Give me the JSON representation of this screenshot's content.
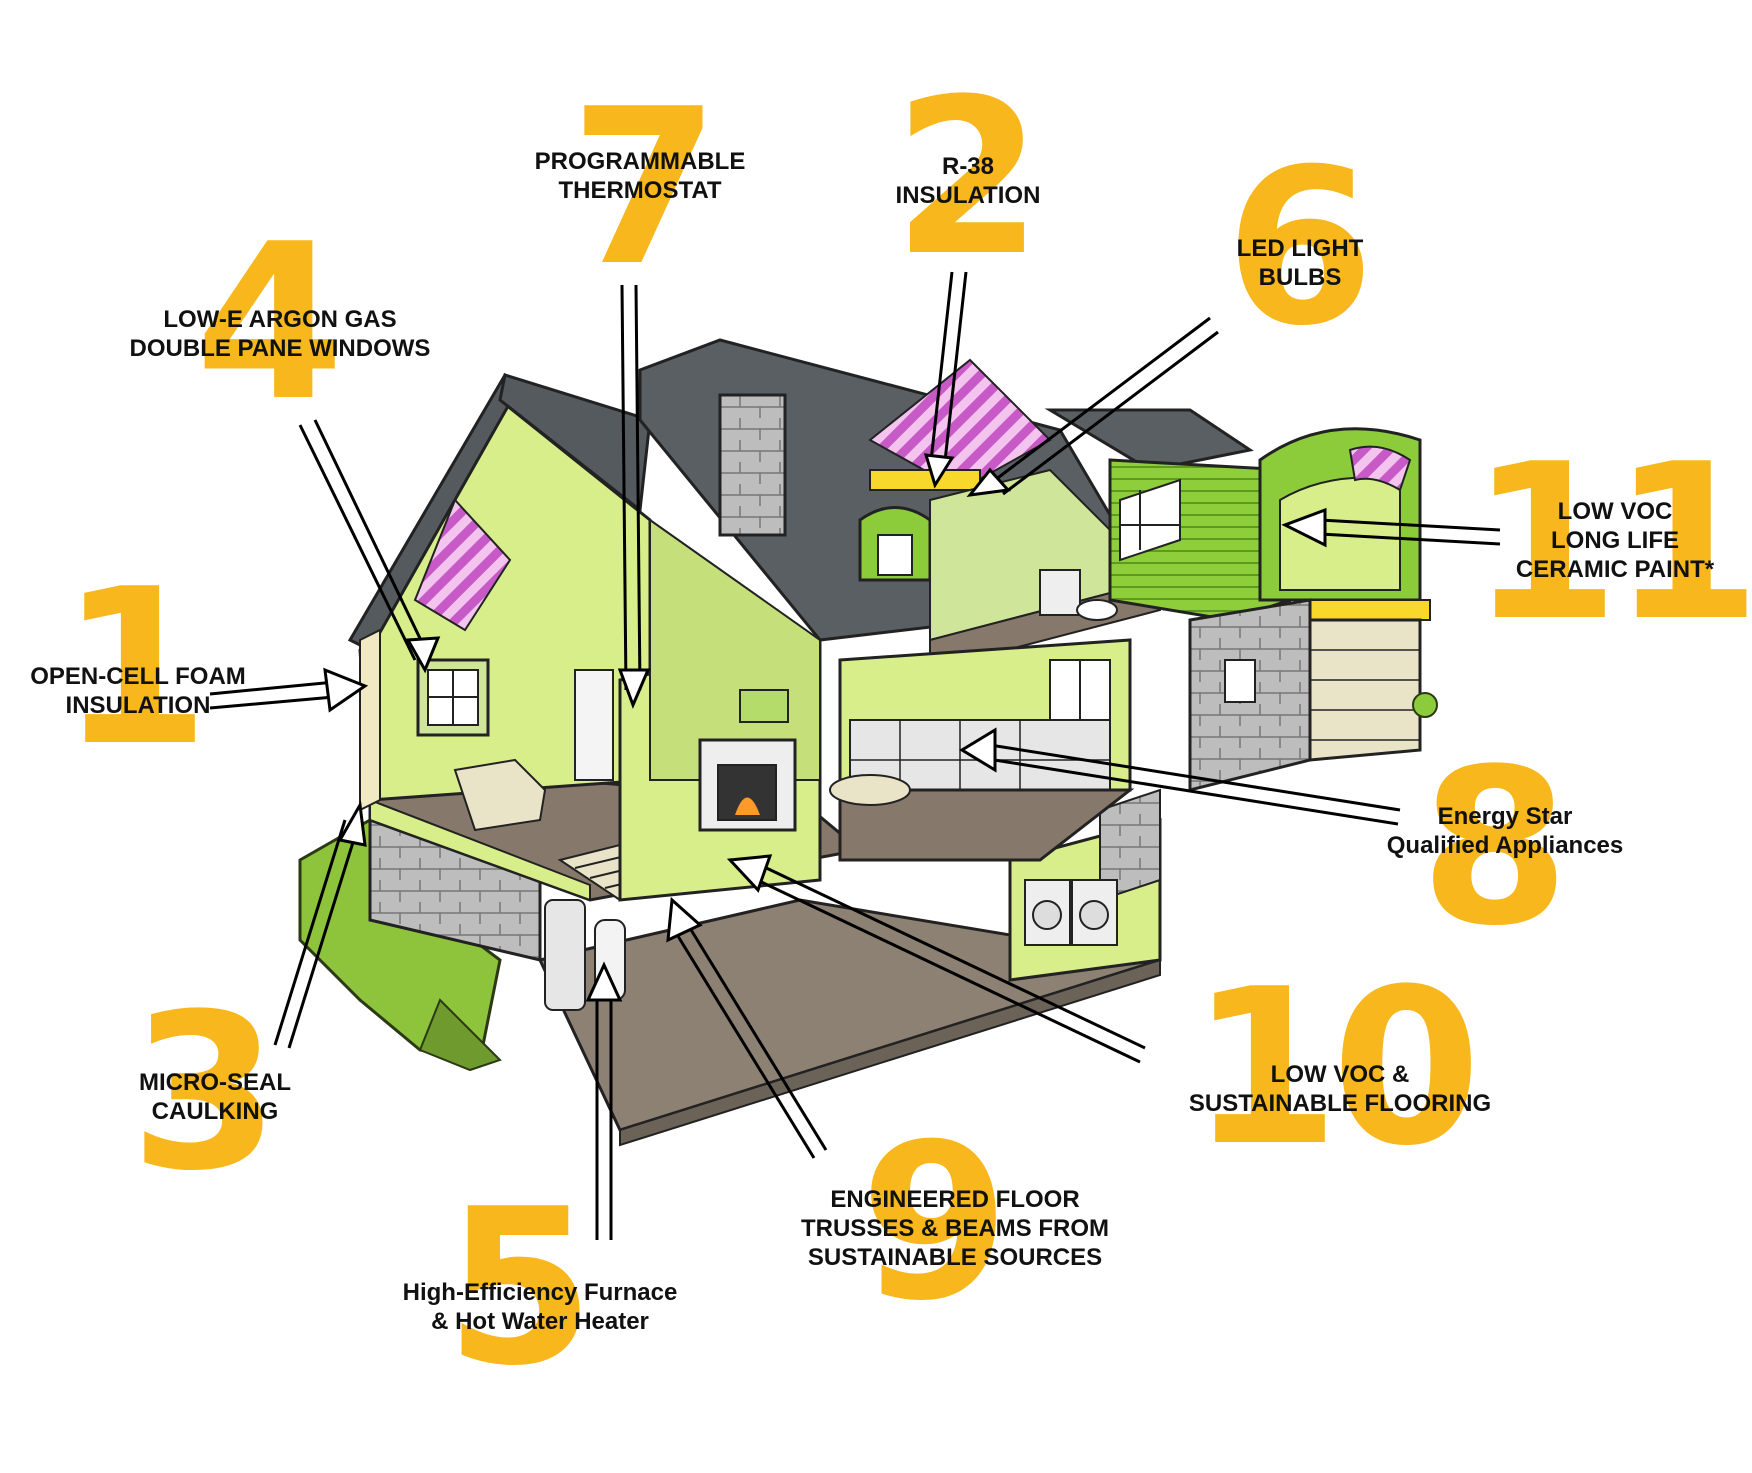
{
  "colors": {
    "accent_number": "#f7b71d",
    "wall_green": "#d8ee8a",
    "bright_green": "#8ccc3a",
    "roof": "#5a5f63",
    "insulation_pink": "#d77ad6",
    "floor": "#8a7c70",
    "stone": "#b9b9b9"
  },
  "callouts": [
    {
      "number": "1",
      "lines": [
        "OPEN-CELL FOAM",
        "INSULATION"
      ]
    },
    {
      "number": "2",
      "lines": [
        "R-38",
        "INSULATION"
      ]
    },
    {
      "number": "3",
      "lines": [
        "MICRO-SEAL",
        "CAULKING"
      ]
    },
    {
      "number": "4",
      "lines": [
        "LOW-E ARGON GAS",
        "DOUBLE PANE WINDOWS"
      ]
    },
    {
      "number": "5",
      "lines": [
        "High-Efficiency Furnace",
        "& Hot Water Heater"
      ]
    },
    {
      "number": "6",
      "lines": [
        "LED LIGHT",
        "BULBS"
      ]
    },
    {
      "number": "7",
      "lines": [
        "PROGRAMMABLE",
        "THERMOSTAT"
      ]
    },
    {
      "number": "8",
      "lines": [
        "Energy Star",
        "Qualified Appliances"
      ]
    },
    {
      "number": "9",
      "lines": [
        "ENGINEERED FLOOR",
        "TRUSSES & BEAMS FROM",
        "SUSTAINABLE SOURCES"
      ]
    },
    {
      "number": "10",
      "lines": [
        "LOW VOC &",
        "SUSTAINABLE FLOORING"
      ]
    },
    {
      "number": "11",
      "lines": [
        "LOW VOC",
        "LONG LIFE",
        "CERAMIC PAINT*"
      ]
    }
  ]
}
